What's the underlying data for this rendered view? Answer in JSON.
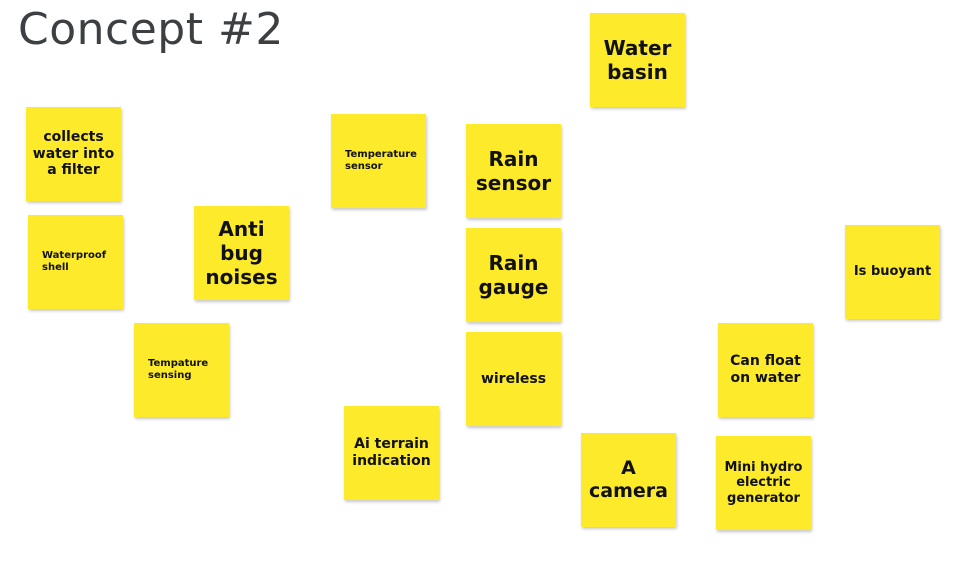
{
  "board": {
    "title": "Concept #2",
    "note_color": "#fcea2b",
    "notes": [
      {
        "id": "water-basin",
        "text": "Water basin"
      },
      {
        "id": "collects-water",
        "text": "collects water into a filter"
      },
      {
        "id": "temperature-sensor",
        "text": "Temperature sensor"
      },
      {
        "id": "rain-sensor",
        "text": "Rain sensor"
      },
      {
        "id": "waterproof-shell",
        "text": "Waterproof shell"
      },
      {
        "id": "anti-bug-noises",
        "text": "Anti bug noises"
      },
      {
        "id": "rain-gauge",
        "text": "Rain gauge"
      },
      {
        "id": "is-buoyant",
        "text": "Is buoyant"
      },
      {
        "id": "tempature-sensing",
        "text": "Tempature sensing"
      },
      {
        "id": "can-float",
        "text": "Can float on water"
      },
      {
        "id": "wireless",
        "text": "wireless"
      },
      {
        "id": "ai-terrain",
        "text": "Ai terrain indication"
      },
      {
        "id": "a-camera",
        "text": "A camera"
      },
      {
        "id": "mini-hydro",
        "text": "Mini hydro electric generator"
      }
    ]
  }
}
